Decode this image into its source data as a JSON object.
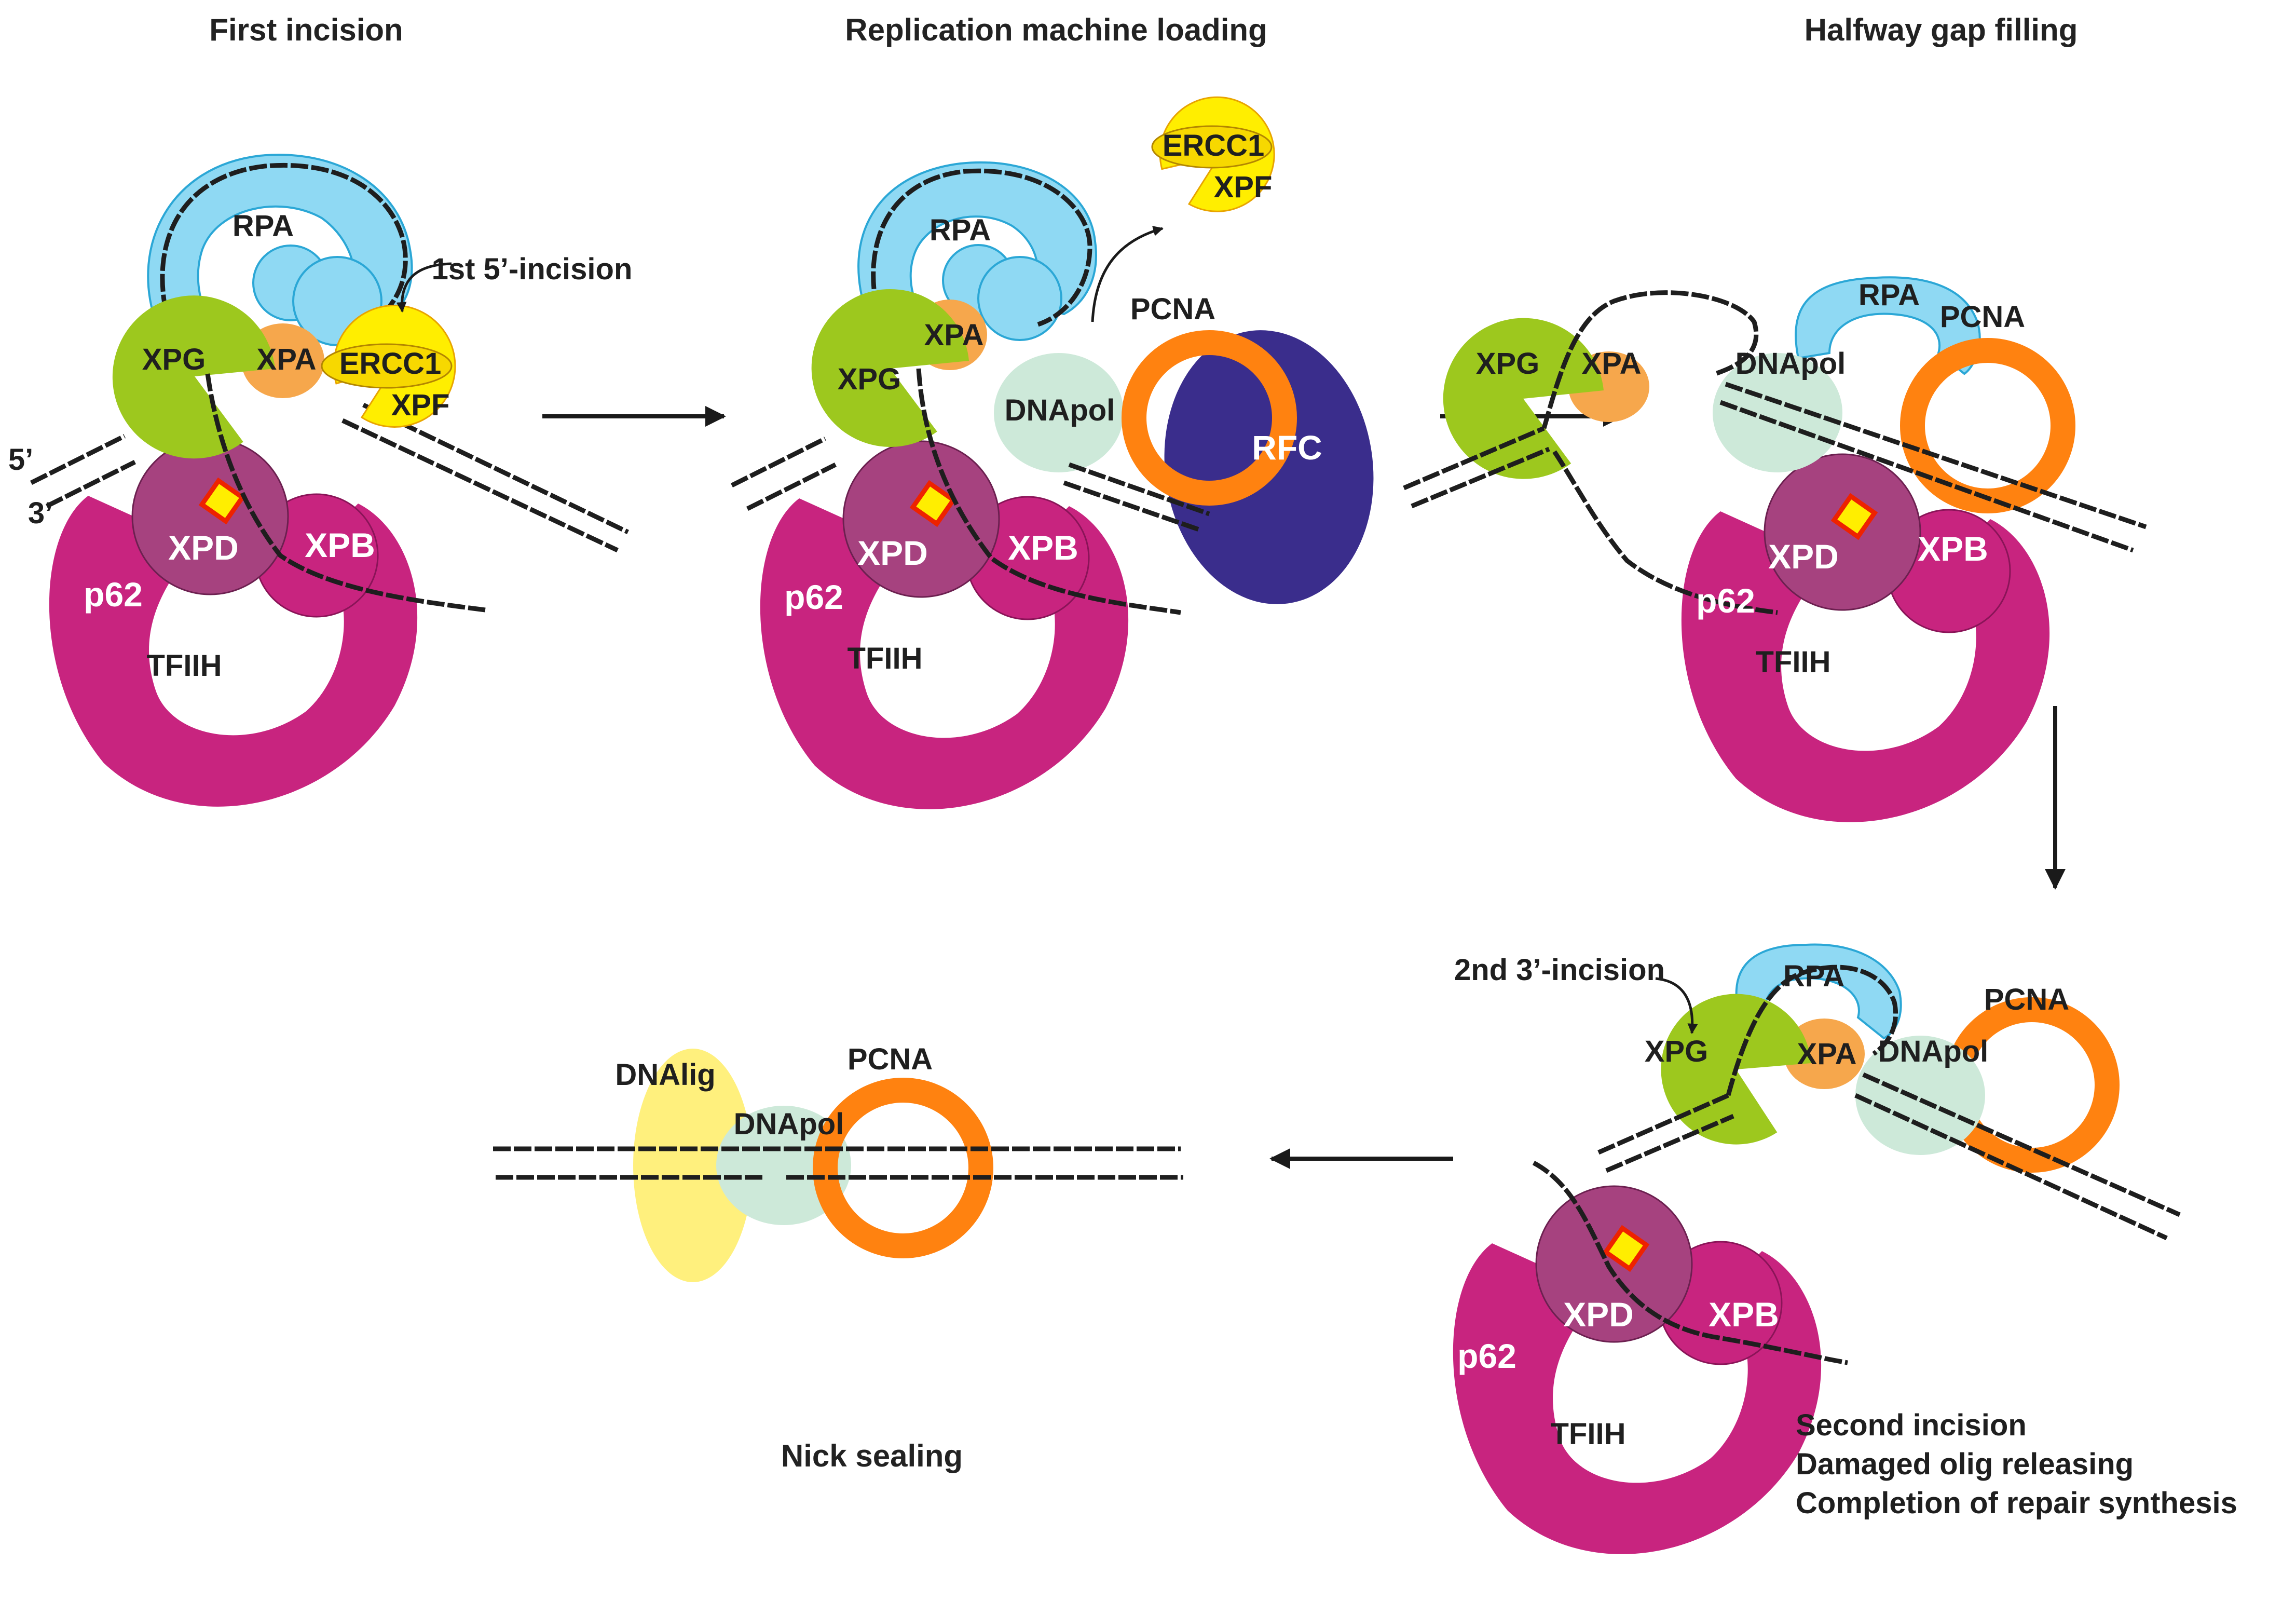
{
  "panels": {
    "first_incision": {
      "title": "First incision",
      "rpa": "RPA",
      "xpg": "XPG",
      "xpa": "XPA",
      "ercc1": "ERCC1",
      "xpf": "XPF",
      "xpd": "XPD",
      "xpb": "XPB",
      "p62": "p62",
      "tfiih": "TFIIH",
      "five_prime": "5’",
      "three_prime": "3’",
      "annotation": "1st 5’-incision"
    },
    "replication_loading": {
      "title": "Replication machine loading",
      "rpa": "RPA",
      "xpg": "XPG",
      "xpa": "XPA",
      "ercc1": "ERCC1",
      "xpf": "XPF",
      "dnapol": "DNApol",
      "pcna": "PCNA",
      "rfc": "RFC",
      "xpd": "XPD",
      "xpb": "XPB",
      "p62": "p62",
      "tfiih": "TFIIH"
    },
    "halfway_gap": {
      "title": "Halfway gap filling",
      "rpa": "RPA",
      "xpg": "XPG",
      "xpa": "XPA",
      "dnapol": "DNApol",
      "pcna": "PCNA",
      "xpd": "XPD",
      "xpb": "XPB",
      "p62": "p62",
      "tfiih": "TFIIH"
    },
    "second_incision": {
      "annotation": "2nd 3’-incision",
      "rpa": "RPA",
      "xpg": "XPG",
      "xpa": "XPA",
      "dnapol": "DNApol",
      "pcna": "PCNA",
      "xpd": "XPD",
      "xpb": "XPB",
      "p62": "p62",
      "tfiih": "TFIIH",
      "caption": [
        "Second incision",
        "Damaged olig releasing",
        "Completion of repair synthesis"
      ]
    },
    "nick_sealing": {
      "title": "Nick sealing",
      "dnalig": "DNAlig",
      "dnapol": "DNApol",
      "pcna": "PCNA"
    }
  },
  "colors": {
    "rpa": "#8fd9f3",
    "xpg": "#9dc81e",
    "xpa": "#f6a74c",
    "xpf": "#ffee00",
    "xpd": "#a6427f",
    "tfiih": "#c8247f",
    "pcna": "#ff8210",
    "rfc": "#3a2d8c",
    "dnapol": "#cde9d9",
    "dnalig": "#fff07d",
    "lesion_fill": "#ffee00",
    "lesion_border": "#ee2200",
    "dna": "#1e1e1e"
  }
}
